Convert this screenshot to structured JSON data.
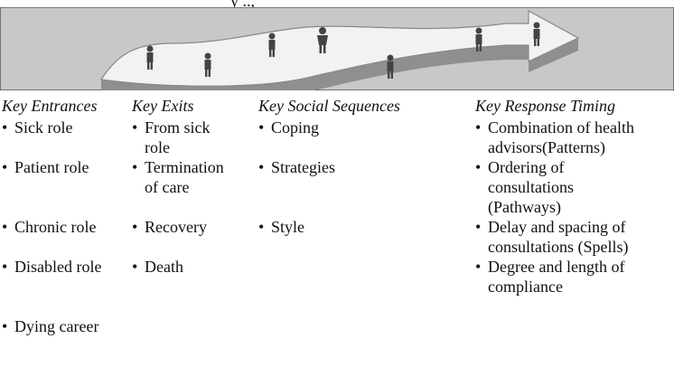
{
  "top_fragment": "y ..,",
  "columns": {
    "entrances": {
      "heading": "Key Entrances",
      "items": [
        "Sick role",
        "Patient role",
        "Chronic role",
        "Disabled role",
        "Dying career"
      ]
    },
    "exits": {
      "heading": "Key Exits",
      "items": [
        "From sick\nrole",
        "Termination\nof care",
        "Recovery",
        "Death"
      ]
    },
    "social": {
      "heading": "Key Social Sequences",
      "items": [
        "Coping",
        "Strategies",
        "Style"
      ]
    },
    "timing": {
      "heading": "Key Response Timing",
      "items": [
        "Combination of health\nadvisors(Patterns)",
        "Ordering of\nconsultations\n(Pathways)",
        "Delay and spacing of\nconsultations (Spells)",
        "Degree and length of\ncompliance"
      ]
    }
  },
  "colors": {
    "band": "#c8c8c8",
    "arrow_face": "#f2f2f2",
    "arrow_edge": "#888888",
    "figure": "#444444"
  },
  "bullet_glyph": "•"
}
